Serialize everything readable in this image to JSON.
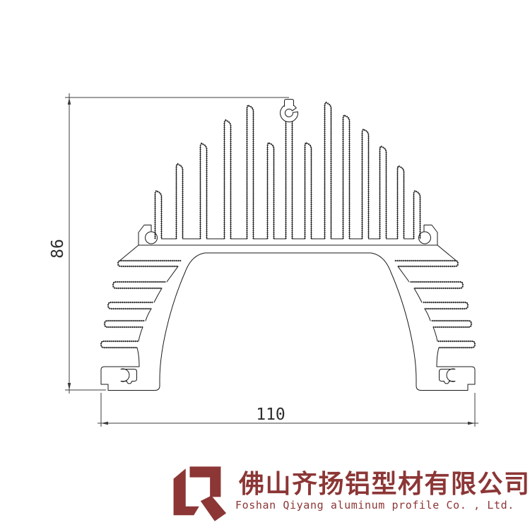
{
  "drawing": {
    "height_dim_label": "86",
    "width_dim_label": "110"
  },
  "footer": {
    "company_name_cn": "佛山齐扬铝型材有限公司",
    "company_name_en": "Foshan Qiyang aluminum profile Co. , Ltd."
  },
  "colors": {
    "brand_red": "#8c3636",
    "line_color": "#1a1a1a"
  },
  "icons": {
    "logo_mark": "qiyang-q-monogram"
  }
}
